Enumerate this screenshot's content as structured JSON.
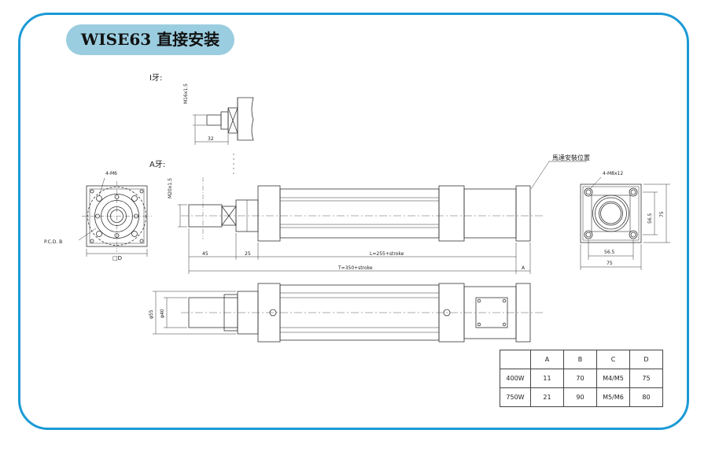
{
  "title": "WISE63 直接安装",
  "labels": {
    "view_i": "I牙:",
    "view_a": "A牙:",
    "thread_i": "M16x1.5",
    "dim_i_len": "32",
    "flange_holes": "4-M6",
    "pcd": "P.C.D. B",
    "square": "□D",
    "thread_a": "M20x1.5",
    "motor_pos": "馬達安裝位置",
    "dim_45": "45",
    "dim_25": "25",
    "dim_L": "L=255+stroke",
    "dim_T": "T=350+stroke",
    "dim_A": "A",
    "phi55": "φ55",
    "phi40": "φ40",
    "rear_holes": "4-M8x12",
    "dim_56_5_v": "56.5",
    "dim_75_v": "75",
    "dim_56_5_h": "56.5",
    "dim_75_h": "75"
  },
  "table": {
    "headers": [
      "",
      "A",
      "B",
      "C",
      "D"
    ],
    "rows": [
      [
        "400W",
        "11",
        "70",
        "M4/M5",
        "75"
      ],
      [
        "750W",
        "21",
        "90",
        "M5/M6",
        "80"
      ]
    ]
  },
  "colors": {
    "frame": "#1b9ad6",
    "pill": "#9bcde0"
  }
}
